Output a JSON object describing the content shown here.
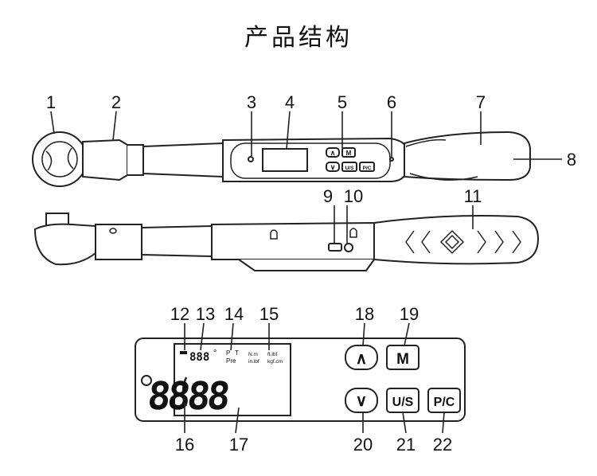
{
  "title": "产品结构",
  "callouts": [
    "1",
    "2",
    "3",
    "4",
    "5",
    "6",
    "7",
    "8",
    "9",
    "10",
    "11",
    "12",
    "13",
    "14",
    "15",
    "16",
    "17",
    "18",
    "19",
    "20",
    "21",
    "22"
  ],
  "wrench_buttons": {
    "up": "∧",
    "m": "M",
    "down": "∨",
    "us": "U/S",
    "pc": "P/C"
  },
  "panel": {
    "digits_large": "8888",
    "digits_small": "888",
    "degree": "°",
    "mode_p": "P",
    "mode_t": "T",
    "mode_pre": "Pre",
    "unit_nm": "N.m",
    "unit_ftlbf": "ft.lbf",
    "unit_inlbf": "in.lbf",
    "unit_kgfcm": "kgf.cm",
    "btn_up": "∧",
    "btn_m": "M",
    "btn_down": "∨",
    "btn_us": "U/S",
    "btn_pc": "P/C"
  }
}
